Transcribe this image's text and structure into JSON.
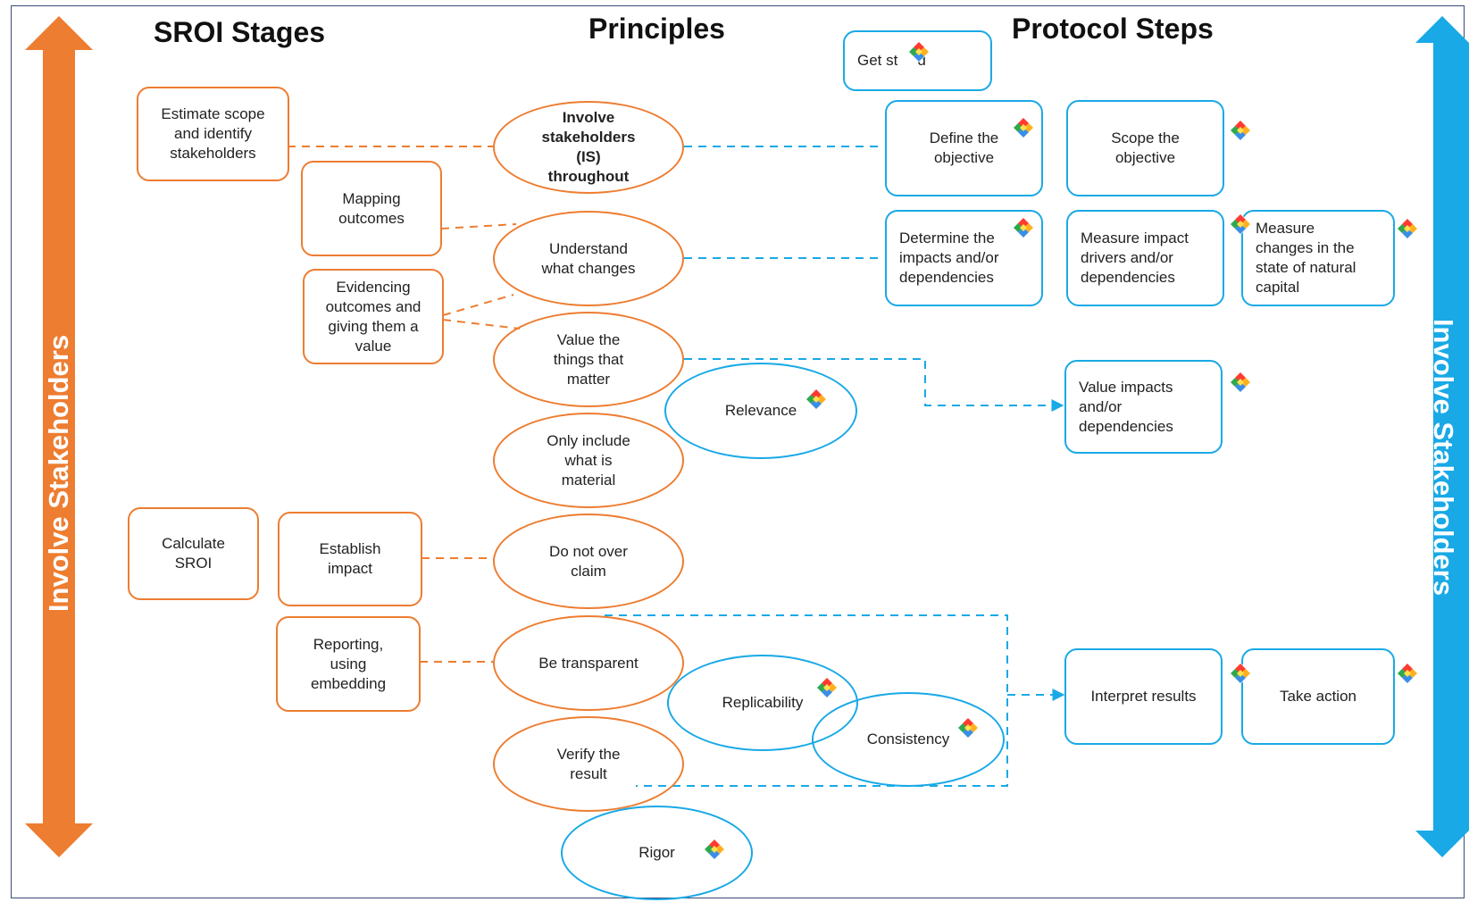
{
  "headings": {
    "sroi_stages": "SROI Stages",
    "principles": "Principles",
    "protocol_steps": "Protocol Steps"
  },
  "side_labels": {
    "left": "Involve Stakeholders",
    "right": "Involve Stakeholders"
  },
  "sroi_stages": {
    "estimate": "Estimate scope\nand identify\nstakeholders",
    "mapping": "Mapping\noutcomes",
    "evidencing": "Evidencing\noutcomes and\ngiving them a\nvalue",
    "calculate": "Calculate\nSROI",
    "establish": "Establish\nimpact",
    "reporting": "Reporting,\nusing\nembedding"
  },
  "principles": {
    "involve": "Involve\nstakeholders\n(IS)\nthroughout",
    "understand": "Understand\nwhat changes",
    "value": "Value the\nthings that\nmatter",
    "only": "Only include\nwhat is\nmaterial",
    "overclaim": "Do not over\nclaim",
    "transparent": "Be transparent",
    "verify": "Verify the\nresult"
  },
  "protocol_principles": {
    "relevance": "Relevance",
    "replicability": "Replicability",
    "consistency": "Consistency",
    "rigor": "Rigor"
  },
  "protocol_steps": {
    "get_started": "Get st",
    "get_started_tail": "d",
    "define": "Define the\nobjective",
    "scope": "Scope the\nobjective",
    "determine": "Determine the\nimpacts and/or\ndependencies",
    "measure_drivers": "Measure impact\ndrivers and/or\ndependencies",
    "measure_changes": "Measure\nchanges in the\nstate of natural\ncapital",
    "value_impacts": "Value impacts\nand/or\ndependencies",
    "interpret": "Interpret results",
    "take_action": "Take action"
  },
  "colors": {
    "orange": "#ed7d31",
    "blue": "#19a9e6",
    "frame": "#3b4a7a"
  },
  "icons": [
    "diamond-logo-icon"
  ]
}
